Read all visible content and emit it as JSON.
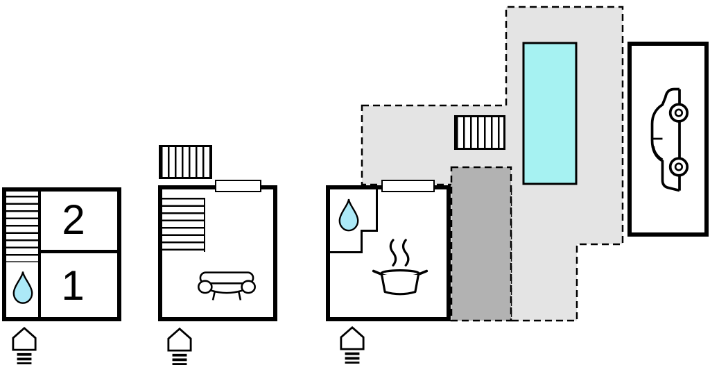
{
  "labels": {
    "room_upper": "2",
    "room_lower": "1"
  },
  "colors": {
    "wall": "#000000",
    "background": "#ffffff",
    "terrace_light": "#e4e4e4",
    "terrace_dark": "#b2b2b2",
    "pool": "#a6f2f2",
    "water_drop": "#ace9f7"
  },
  "icons": {
    "entrance_arrow": "entrance-arrow-icon",
    "water_drop": "water-drop-icon",
    "staircase": "staircase-icon",
    "exterior_stairs": "exterior-stairs-icon",
    "sofa": "sofa-icon",
    "cooking_pot": "cooking-pot-icon",
    "car": "car-icon",
    "window": "window-opening",
    "pool": "swimming-pool"
  }
}
